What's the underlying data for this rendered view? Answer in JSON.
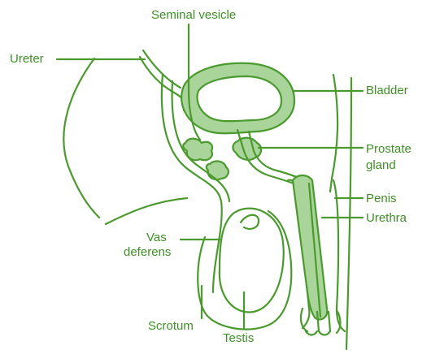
{
  "labels": {
    "seminal_vesicle": "Seminal vesicle",
    "ureter": "Ureter",
    "bladder": "Bladder",
    "prostate_line1": "Prostate",
    "prostate_line2": "gland",
    "penis": "Penis",
    "urethra": "Urethra",
    "vas_line1": "Vas",
    "vas_line2": "deferens",
    "scrotum": "Scrotum",
    "testis": "Testis"
  },
  "colors": {
    "stroke": "#4a9a2e",
    "fill": "#a9d49a",
    "text": "#3f8f27",
    "background": "#ffffff"
  }
}
